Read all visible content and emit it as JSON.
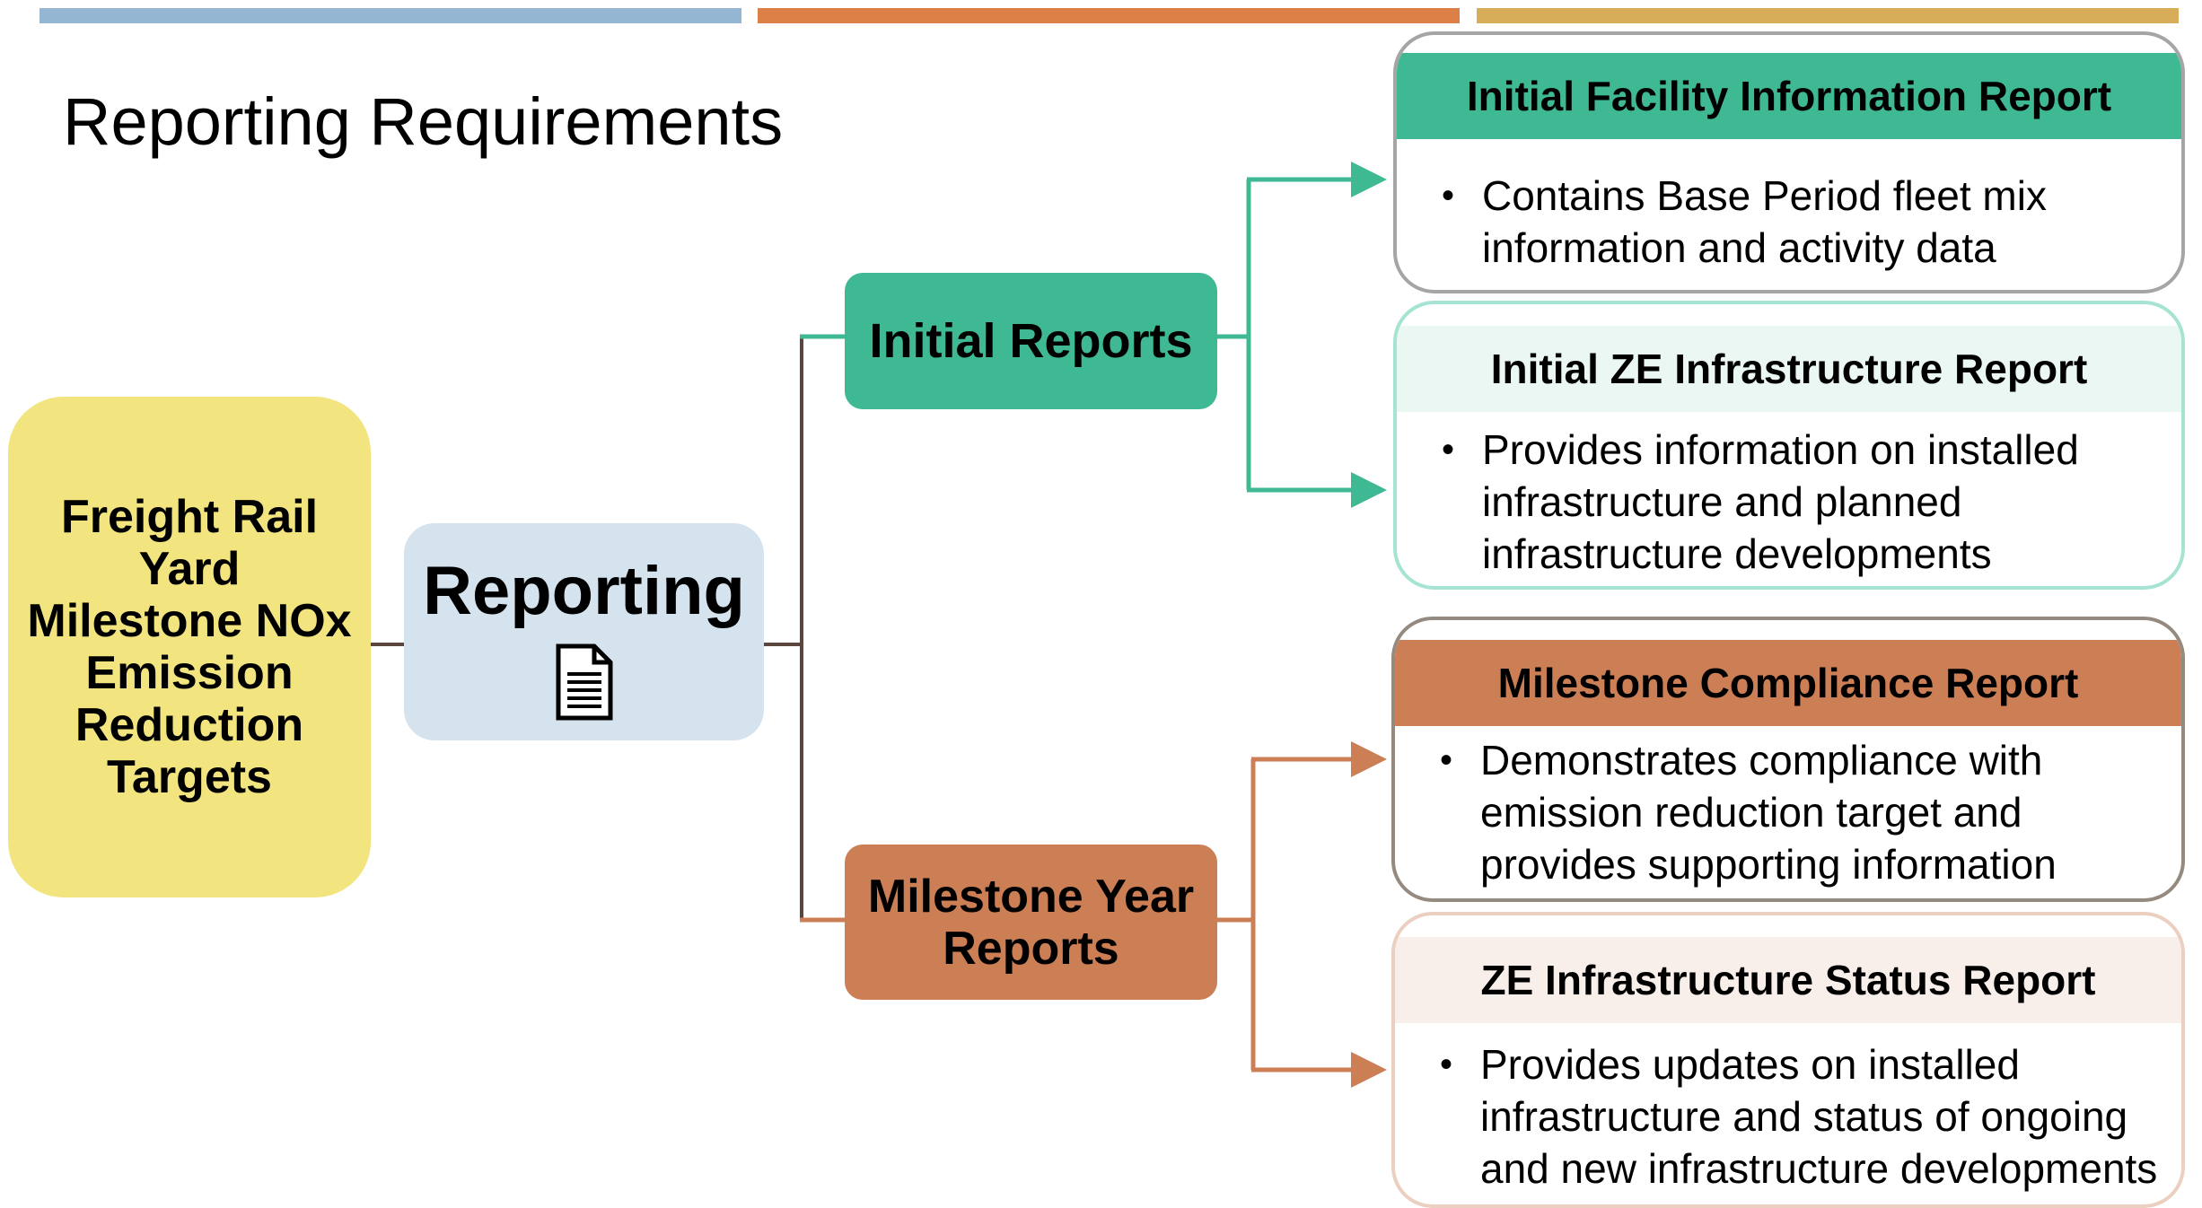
{
  "title": "Reporting Requirements",
  "colors": {
    "accent_blue": "#94b6d2",
    "accent_orange": "#dd8047",
    "accent_gold": "#d7ad59",
    "root_yellow": "#f2e47e",
    "reporting_blue": "#d5e3ef",
    "initial_green": "#3fb993",
    "milestone_orange": "#cc7e55"
  },
  "root": {
    "label": "Freight Rail Yard Milestone NOx Emission Reduction Targets"
  },
  "hub": {
    "label": "Reporting",
    "icon": "document-icon"
  },
  "branches": {
    "initial": {
      "label": "Initial Reports"
    },
    "milestone": {
      "label": "Milestone Year Reports"
    }
  },
  "cards": [
    {
      "title": "Initial Facility Information Report",
      "bullet": "Contains Base Period fleet mix information and activity data"
    },
    {
      "title": "Initial ZE Infrastructure Report",
      "bullet": "Provides information on installed infrastructure and planned infrastructure developments"
    },
    {
      "title": "Milestone Compliance Report",
      "bullet": "Demonstrates compliance with emission reduction target and provides supporting information"
    },
    {
      "title": "ZE Infrastructure Status Report",
      "bullet": "Provides updates on installed infrastructure and status of ongoing and new infrastructure developments"
    }
  ]
}
